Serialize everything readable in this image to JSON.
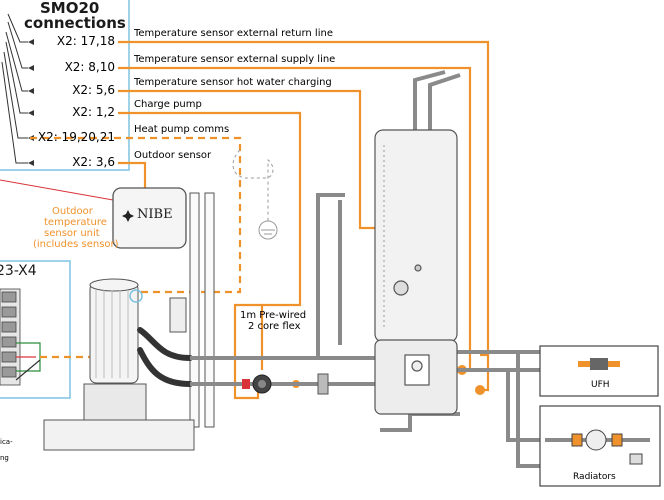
{
  "smo": {
    "title_line1": "SMO20",
    "title_line2": "connections"
  },
  "connections": [
    {
      "terminal": "X2: 17,18",
      "label": "Temperature sensor external return line"
    },
    {
      "terminal": "X2: 8,10",
      "label": "Temperature sensor external supply line"
    },
    {
      "terminal": "X2: 5,6",
      "label": "Temperature sensor hot water charging"
    },
    {
      "terminal": "X2: 1,2",
      "label": "Charge pump"
    },
    {
      "terminal": "X2: 19,20,21",
      "label": "Heat pump comms"
    },
    {
      "terminal": "X2: 3,6",
      "label": "Outdoor sensor"
    }
  ],
  "outdoor_unit": {
    "brand": "NIBE",
    "caption": [
      "Outdoor",
      "temperature",
      "sensor unit",
      "(includes sensor)"
    ]
  },
  "heatpump_board": {
    "label": "23-X4"
  },
  "flex": {
    "line1": "1m Pre-wired",
    "line2": "2 core flex"
  },
  "circuits": {
    "ufh": "UFH",
    "radiators": "Radiators"
  },
  "footnote": [
    "ica-",
    "ng"
  ],
  "colors": {
    "orange": "#f0922b",
    "blue": "#7dc3e0",
    "pipe": "#8a8a8a",
    "red": "#d9343a"
  }
}
